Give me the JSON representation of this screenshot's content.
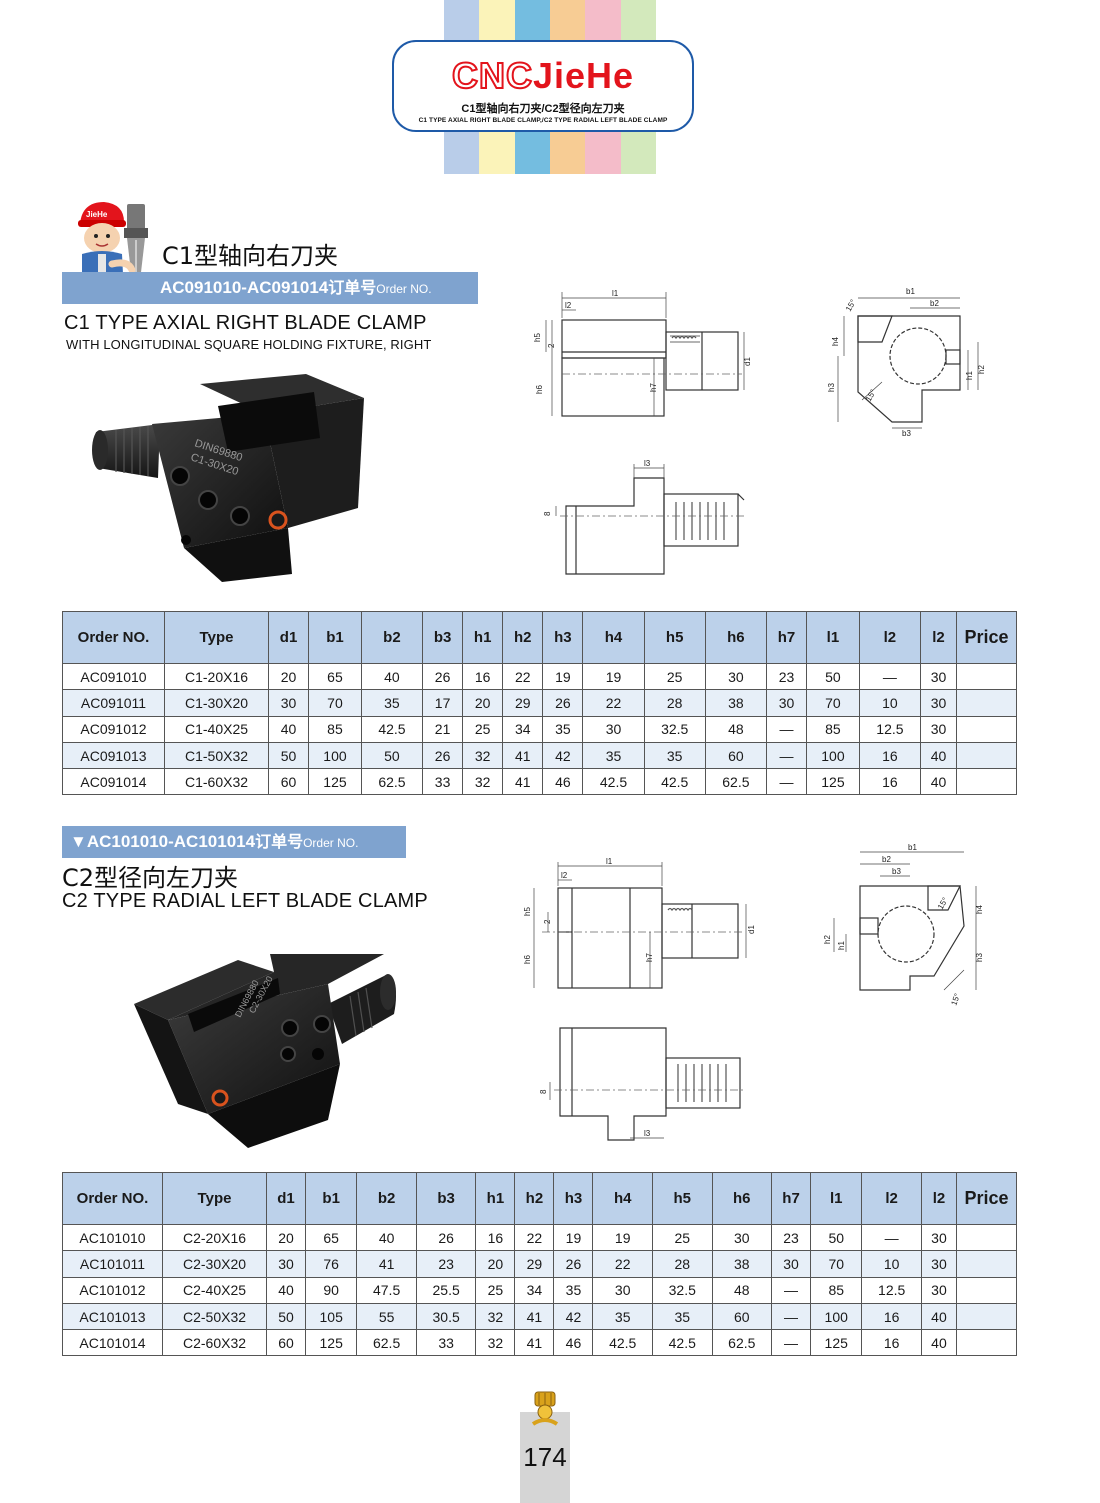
{
  "header": {
    "logo_cnc": "CNC",
    "logo_brand": "JieHe",
    "subtitle_cn": "C1型轴向右刀夹/C2型径向左刀夹",
    "subtitle_en": "C1 TYPE AXIAL RIGHT BLADE CLAMP,/C2 TYPE RADIAL LEFT BLADE CLAMP",
    "stripe_colors": [
      "#b9cde9",
      "#fbf3b9",
      "#74bde0",
      "#f7cc94",
      "#f4bcc9",
      "#d3e9bc"
    ]
  },
  "section1": {
    "mascot_text": "JieHe",
    "cn_title": "C1型轴向右刀夹",
    "order_range": "AC091010-AC091014",
    "order_cn": "订单号",
    "order_label": "Order NO.",
    "en_title": "C1 TYPE AXIAL RIGHT BLADE CLAMP",
    "en_subtitle": "WITH LONGITUDINAL SQUARE HOLDING FIXTURE, RIGHT",
    "photo_engraving_1": "DIN69880",
    "photo_engraving_2": "C1-30X20"
  },
  "section2": {
    "arrow": "▼",
    "order_range": "AC101010-AC101014",
    "order_cn": "订单号",
    "order_label": "Order NO.",
    "cn_title": "C2型径向左刀夹",
    "en_title": "C2 TYPE RADIAL LEFT BLADE CLAMP",
    "photo_engraving_1": "DIN69880",
    "photo_engraving_2": "C2-30X20"
  },
  "drawing_labels": {
    "l1": "l1",
    "l2": "l2",
    "l3": "l3",
    "h1": "h1",
    "h2": "h2",
    "h3": "h3",
    "h4": "h4",
    "h5": "h5",
    "h6": "h6",
    "h7": "h7",
    "b1": "b1",
    "b2": "b2",
    "b3": "b3",
    "d1": "d1",
    "two": "2",
    "eight": "8",
    "angle": "15°"
  },
  "table_headers": [
    "Order NO.",
    "Type",
    "d1",
    "b1",
    "b2",
    "b3",
    "h1",
    "h2",
    "h3",
    "h4",
    "h5",
    "h6",
    "h7",
    "l1",
    "l2",
    "l2",
    "Price"
  ],
  "table1": [
    [
      "AC091010",
      "C1-20X16",
      "20",
      "65",
      "40",
      "26",
      "16",
      "22",
      "19",
      "19",
      "25",
      "30",
      "23",
      "50",
      "—",
      "30",
      ""
    ],
    [
      "AC091011",
      "C1-30X20",
      "30",
      "70",
      "35",
      "17",
      "20",
      "29",
      "26",
      "22",
      "28",
      "38",
      "30",
      "70",
      "10",
      "30",
      ""
    ],
    [
      "AC091012",
      "C1-40X25",
      "40",
      "85",
      "42.5",
      "21",
      "25",
      "34",
      "35",
      "30",
      "32.5",
      "48",
      "—",
      "85",
      "12.5",
      "30",
      ""
    ],
    [
      "AC091013",
      "C1-50X32",
      "50",
      "100",
      "50",
      "26",
      "32",
      "41",
      "42",
      "35",
      "35",
      "60",
      "—",
      "100",
      "16",
      "40",
      ""
    ],
    [
      "AC091014",
      "C1-60X32",
      "60",
      "125",
      "62.5",
      "33",
      "32",
      "41",
      "46",
      "42.5",
      "42.5",
      "62.5",
      "—",
      "125",
      "16",
      "40",
      ""
    ]
  ],
  "table2": [
    [
      "AC101010",
      "C2-20X16",
      "20",
      "65",
      "40",
      "26",
      "16",
      "22",
      "19",
      "19",
      "25",
      "30",
      "23",
      "50",
      "—",
      "30",
      ""
    ],
    [
      "AC101011",
      "C2-30X20",
      "30",
      "76",
      "41",
      "23",
      "20",
      "29",
      "26",
      "22",
      "28",
      "38",
      "30",
      "70",
      "10",
      "30",
      ""
    ],
    [
      "AC101012",
      "C2-40X25",
      "40",
      "90",
      "47.5",
      "25.5",
      "25",
      "34",
      "35",
      "30",
      "32.5",
      "48",
      "—",
      "85",
      "12.5",
      "30",
      ""
    ],
    [
      "AC101013",
      "C2-50X32",
      "50",
      "105",
      "55",
      "30.5",
      "32",
      "41",
      "42",
      "35",
      "35",
      "60",
      "—",
      "100",
      "16",
      "40",
      ""
    ],
    [
      "AC101014",
      "C2-60X32",
      "60",
      "125",
      "62.5",
      "33",
      "32",
      "41",
      "46",
      "42.5",
      "42.5",
      "62.5",
      "—",
      "125",
      "16",
      "40",
      ""
    ]
  ],
  "footer": {
    "page_number": "174"
  }
}
